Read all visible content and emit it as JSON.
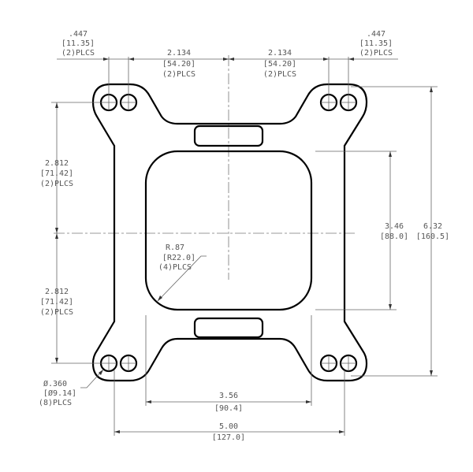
{
  "dims": {
    "hole_spacing": {
      "in": ".447",
      "mm": "[11.35]",
      "qty": "(2)PLCS"
    },
    "center_to_hole": {
      "in": "2.134",
      "mm": "[54.20]",
      "qty": "(2)PLCS"
    },
    "vertical_half": {
      "in": "2.812",
      "mm": "[71.42]",
      "qty": "(2)PLCS"
    },
    "radius": {
      "in": "R.87",
      "mm": "[R22.0]",
      "qty": "(4)PLCS"
    },
    "opening_height": {
      "in": "3.46",
      "mm": "[88.0]"
    },
    "overall_height": {
      "in": "6.32",
      "mm": "[160.5]"
    },
    "hole_dia": {
      "in": "Ø.360",
      "mm": "[Ø9.14]",
      "qty": "(8)PLCS"
    },
    "opening_width": {
      "in": "3.56",
      "mm": "[90.4]"
    },
    "overall_width": {
      "in": "5.00",
      "mm": "[127.0]"
    }
  }
}
